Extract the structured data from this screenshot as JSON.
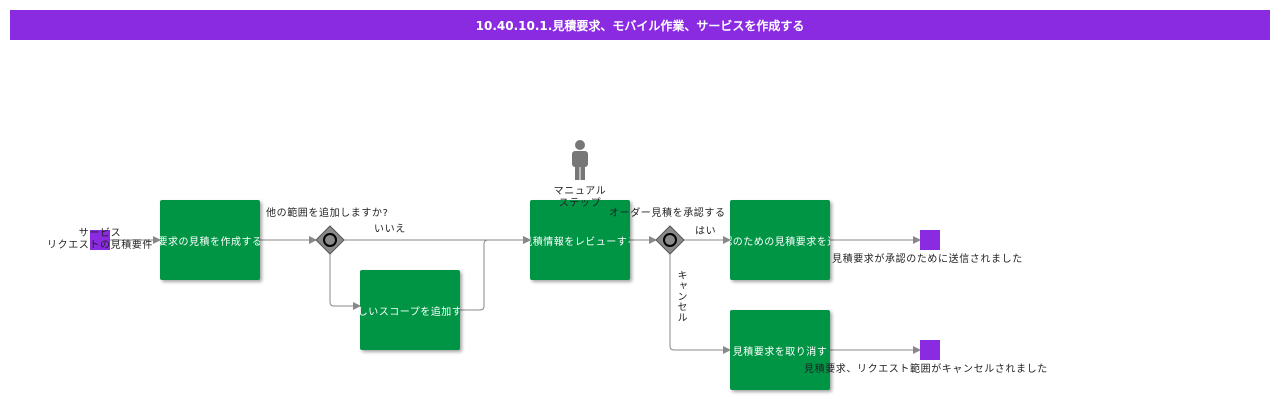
{
  "title": "10.40.10.1.見積要求、モバイル作業、サービスを作成する",
  "start_event": {
    "label_line1": "サービス",
    "label_line2": "リクエストの見積要件"
  },
  "tasks": {
    "create_quote": "要求の見積を作成する",
    "add_scope": "新しいスコープを追加する",
    "review_quote": "見積情報をレビューする",
    "send_quote": "承認のための見積要求を送信",
    "cancel_quote": "見積要求を取り消す"
  },
  "gateways": {
    "more_scope": {
      "question": "他の範囲を追加しますか?",
      "no_label": "いいえ"
    },
    "approve": {
      "question": "オーダー見積を承認する",
      "yes_label": "はい",
      "cancel_label": "キャンセル"
    }
  },
  "manual_step": {
    "label_line1": "マニュアル",
    "label_line2": "ステップ"
  },
  "end_events": {
    "sent": "見積要求が承認のために送信されました",
    "cancelled": "見積要求、リクエスト範囲がキャンセルされました"
  },
  "colors": {
    "title_bar": "#8a2be2",
    "task": "#009545",
    "event": "#8a2be2",
    "gateway": "#8a8a8a",
    "connector": "#888888"
  },
  "icons": {
    "gateway": "inclusive-gateway-icon",
    "manual_step": "person-icon"
  }
}
